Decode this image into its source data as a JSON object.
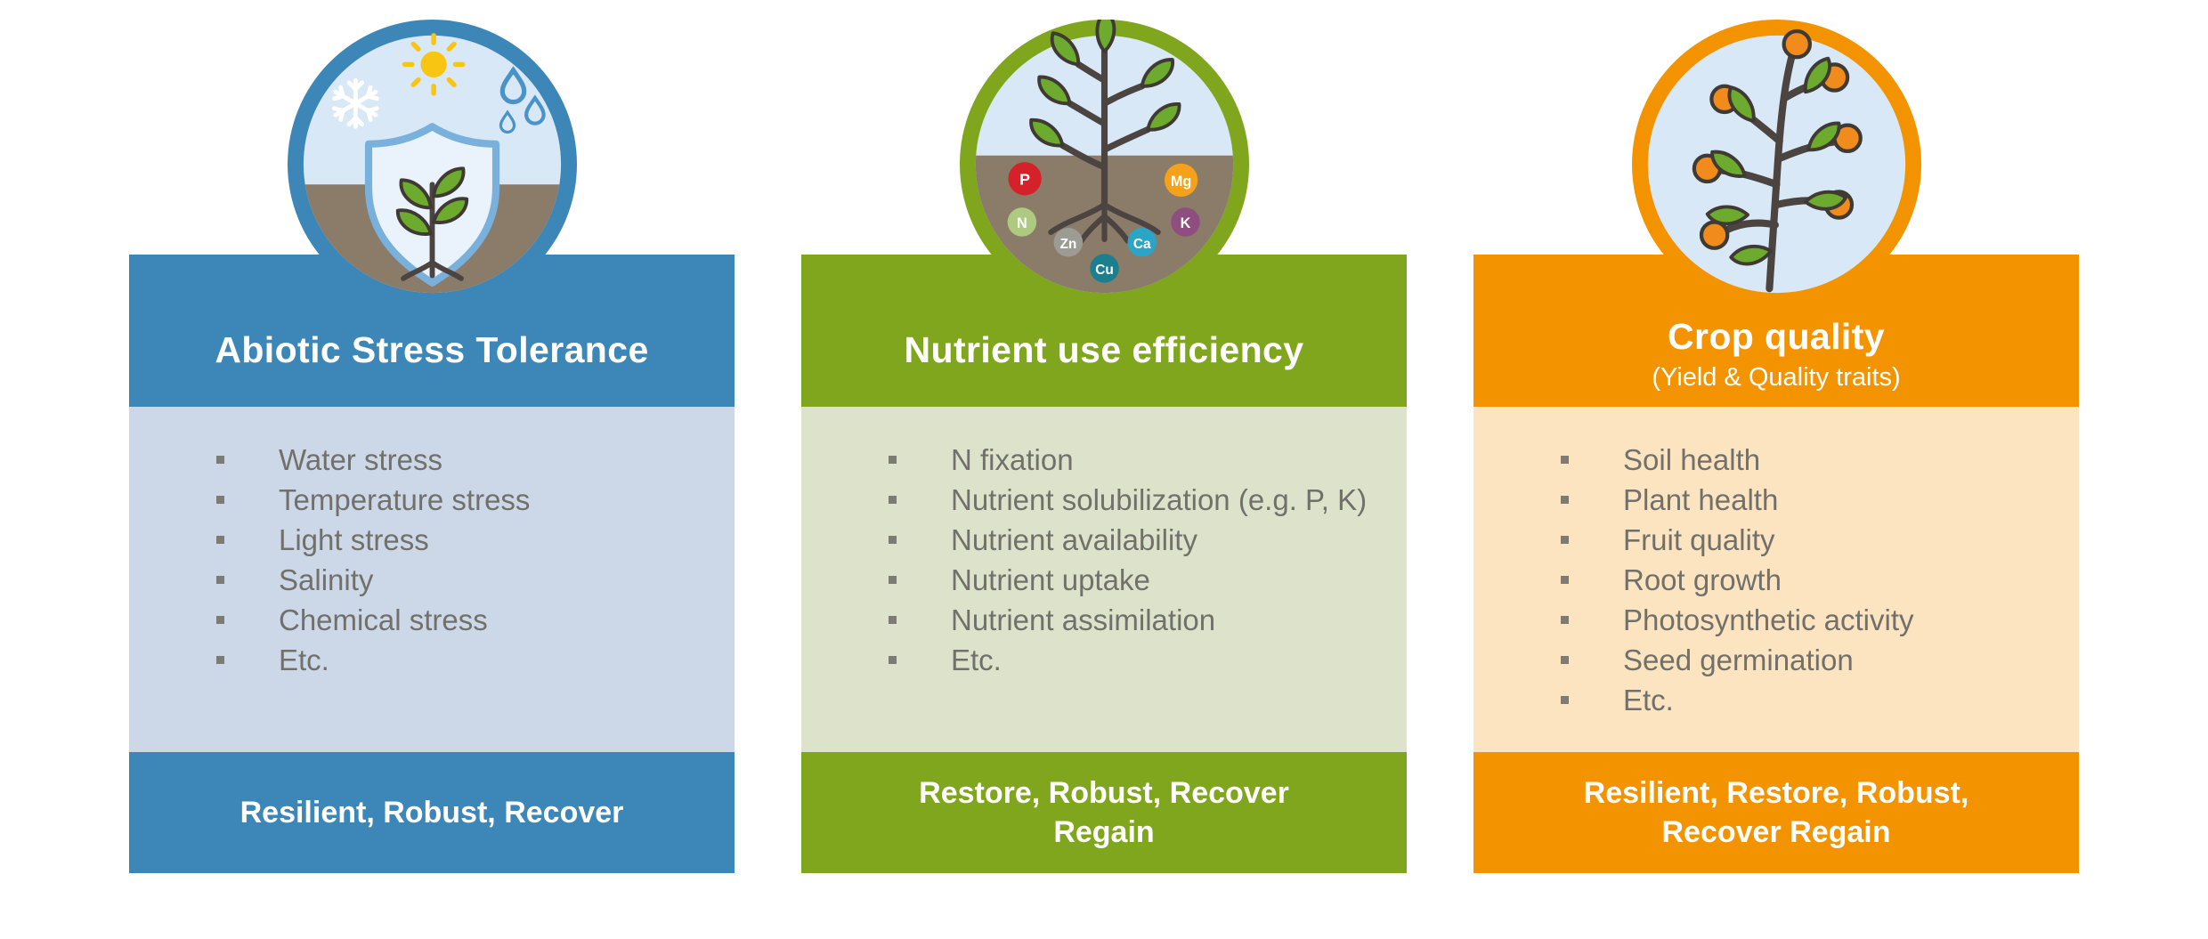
{
  "page": {
    "background": "#ffffff"
  },
  "columns": [
    {
      "title": "Abiotic Stress Tolerance",
      "icon": "shield-plant-weather-icon",
      "items": [
        "Water stress",
        "Temperature stress",
        "Light stress",
        "Salinity",
        "Chemical stress",
        "Etc."
      ],
      "footer_lines": [
        "Resilient, Robust, Recover"
      ],
      "colors": {
        "header": "#3d86b8",
        "body": "#ccd8e8",
        "footer": "#3d86b8"
      }
    },
    {
      "title": "Nutrient use efficiency",
      "icon": "plant-roots-nutrients-icon",
      "items": [
        "N fixation",
        "Nutrient solubilization (e.g. P, K)",
        "Nutrient availability",
        "Nutrient uptake",
        "Nutrient assimilation",
        "Etc."
      ],
      "footer_lines": [
        "Restore, Robust, Recover",
        "Regain"
      ],
      "colors": {
        "header": "#7fa61d",
        "body": "#dde3cb",
        "footer": "#7fa61d"
      },
      "nutrient_bubbles": [
        {
          "label": "P",
          "color": "#d5222a"
        },
        {
          "label": "Mg",
          "color": "#f5a11a"
        },
        {
          "label": "N",
          "color": "#aec980"
        },
        {
          "label": "Zn",
          "color": "#9c9c94"
        },
        {
          "label": "Ca",
          "color": "#2aa5c8"
        },
        {
          "label": "K",
          "color": "#8e4e7f"
        },
        {
          "label": "Cu",
          "color": "#1b7f8e"
        }
      ]
    },
    {
      "title": "Crop quality",
      "subtitle": "(Yield & Quality traits)",
      "icon": "fruit-branch-icon",
      "items": [
        "Soil health",
        "Plant health",
        "Fruit quality",
        "Root growth",
        "Photosynthetic activity",
        "Seed germination",
        "Etc."
      ],
      "footer_lines": [
        "Resilient, Restore, Robust,",
        "Recover Regain"
      ],
      "colors": {
        "header": "#f49300",
        "body": "#fce4c0",
        "footer": "#f49300"
      }
    }
  ]
}
